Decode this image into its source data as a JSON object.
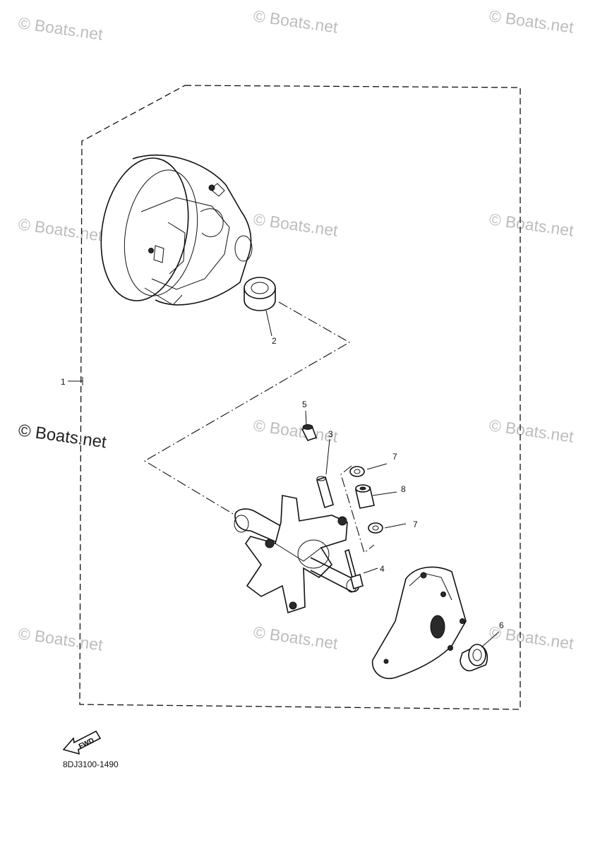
{
  "watermark": {
    "text": "© Boats.net"
  },
  "callouts": {
    "c1": "1",
    "c2": "2",
    "c3": "3",
    "c4": "4",
    "c5": "5",
    "c6": "6",
    "c7a": "7",
    "c7b": "7",
    "c8": "8"
  },
  "direction_label": "FWD",
  "drawing_code": "8DJ3100-1490"
}
